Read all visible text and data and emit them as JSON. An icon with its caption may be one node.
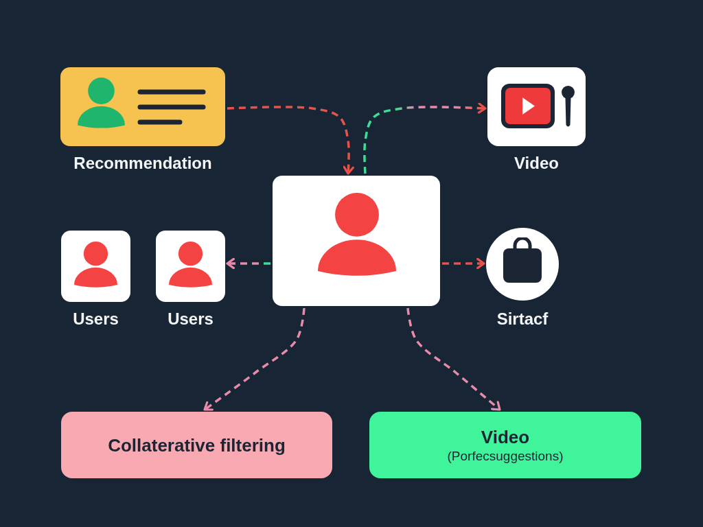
{
  "diagram": {
    "nodes": [
      {
        "text": [
          "Recommendation"
        ]
      },
      {
        "text": [
          "Video"
        ]
      },
      {
        "text": [],
        "shape": "box"
      },
      {
        "text": [
          "Users"
        ]
      },
      {
        "text": [
          "Users"
        ]
      },
      {
        "text": [
          "Sirtacf"
        ]
      },
      {
        "text": [
          "Collaterative filtering"
        ]
      },
      {
        "text": [
          "Video",
          "(Porfecsuggestions)"
        ]
      }
    ],
    "edges": [
      {
        "from": 0,
        "to": 2,
        "arrow": "to",
        "style": "dashed",
        "color": "#e5534b"
      },
      {
        "from": 2,
        "to": 1,
        "arrow": "to",
        "style": "dashed",
        "color": "#3ddc97"
      },
      {
        "from": 2,
        "to": 4,
        "arrow": "to",
        "style": "dashed",
        "color": "#e98aa8"
      },
      {
        "from": 2,
        "to": 5,
        "arrow": "to",
        "style": "dashed",
        "color": "#e5534b"
      },
      {
        "from": 2,
        "to": 6,
        "arrow": "to",
        "style": "dashed",
        "color": "#e98aa8"
      },
      {
        "from": 2,
        "to": 7,
        "arrow": "to",
        "style": "dashed",
        "color": "#e98aa8"
      }
    ]
  }
}
